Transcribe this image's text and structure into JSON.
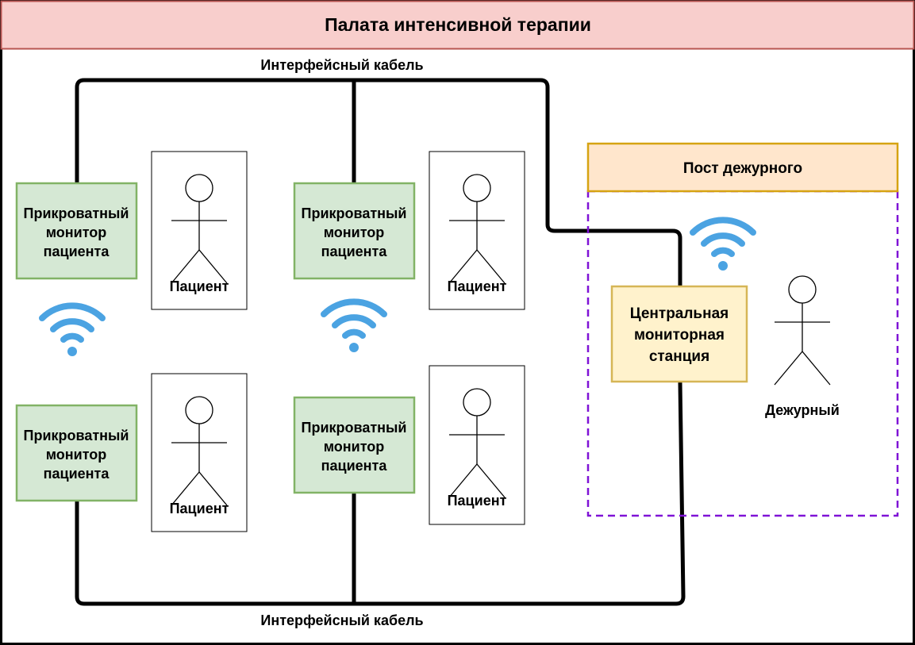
{
  "title": "Палата интенсивной терапии",
  "cable_top_label": "Интерфейсный кабель",
  "cable_bottom_label": "Интерфейсный кабель",
  "monitor": {
    "line1": "Прикроватный",
    "line2": "монитор",
    "line3": "пациента"
  },
  "patient_label": "Пациент",
  "post": {
    "title": "Пост дежурного",
    "station_line1": "Центральная",
    "station_line2": "мониторная",
    "station_line3": "станция",
    "duty_label": "Дежурный"
  },
  "colors": {
    "title_fill": "#f8cecc",
    "title_stroke": "#b85450",
    "monitor_fill": "#d5e8d4",
    "monitor_stroke": "#82b366",
    "post_fill": "#ffe6cc",
    "post_stroke": "#d6a312",
    "station_fill": "#fff2cc",
    "station_stroke": "#d6b656",
    "dashed_stroke": "#7f12d6",
    "wifi": "#4ba3e2",
    "cable": "#000000"
  },
  "icons": [
    "wifi-icon",
    "stick-figure-icon"
  ]
}
